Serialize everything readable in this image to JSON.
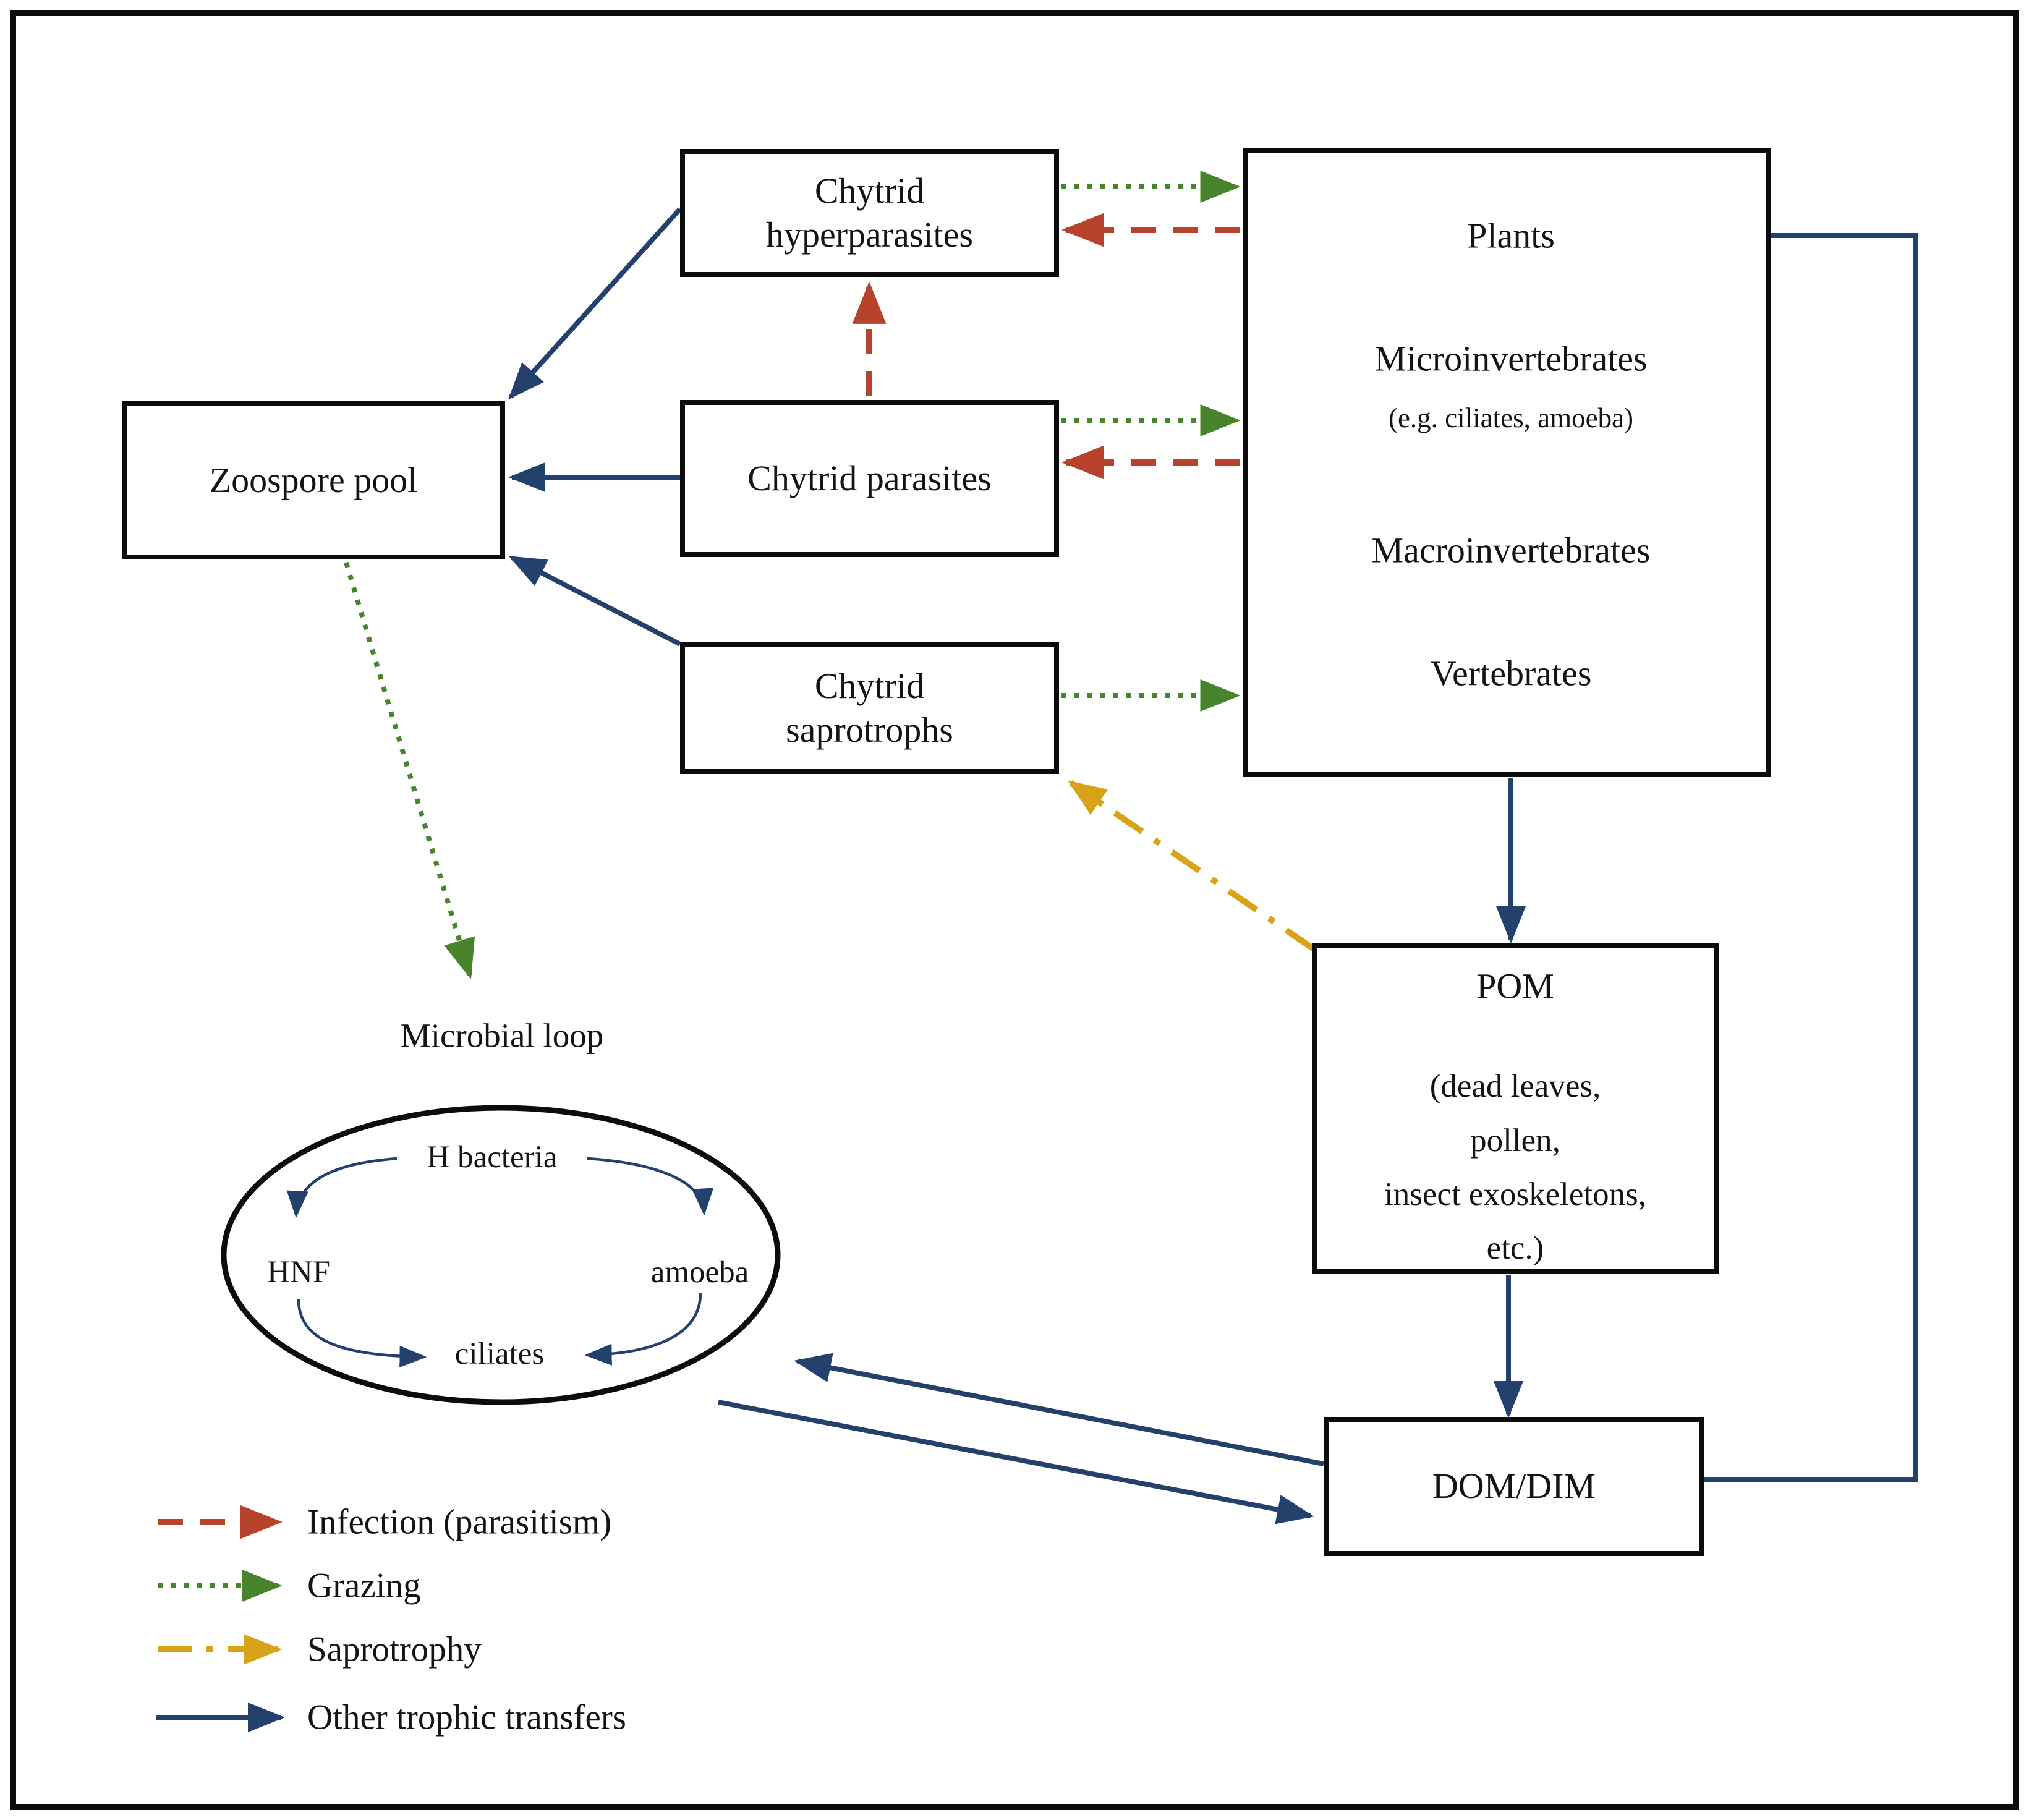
{
  "colors": {
    "navy": "#24416e",
    "green": "#47842c",
    "red": "#b8432d",
    "gold": "#d8a318"
  },
  "boxes": {
    "hyperparasites": {
      "line1": "Chytrid",
      "line2": "hyperparasites"
    },
    "zoospore": {
      "label": "Zoospore pool"
    },
    "parasites": {
      "label": "Chytrid parasites"
    },
    "saprotrophs": {
      "line1": "Chytrid",
      "line2": "saprotrophs"
    },
    "domdim": {
      "label": "DOM/DIM"
    }
  },
  "foodweb": {
    "plants": "Plants",
    "micro": "Microinvertebrates",
    "micro_note": "(e.g. ciliates, amoeba)",
    "macro": "Macroinvertebrates",
    "vert": "Vertebrates"
  },
  "pom": {
    "title": "POM",
    "lines": [
      "(dead leaves,",
      "pollen,",
      "insect exoskeletons,",
      "etc.)"
    ]
  },
  "loop": {
    "title": "Microbial loop",
    "h_bacteria": "H bacteria",
    "hnf": "HNF",
    "amoeba": "amoeba",
    "ciliates": "ciliates"
  },
  "legend": [
    {
      "label": "Infection (parasitism)",
      "style": "dashed",
      "color": "#b8432d"
    },
    {
      "label": "Grazing",
      "style": "dotted",
      "color": "#47842c"
    },
    {
      "label": "Saprotrophy",
      "style": "dashdot",
      "color": "#d8a318"
    },
    {
      "label": "Other trophic transfers",
      "style": "solid",
      "color": "#24416e"
    }
  ]
}
